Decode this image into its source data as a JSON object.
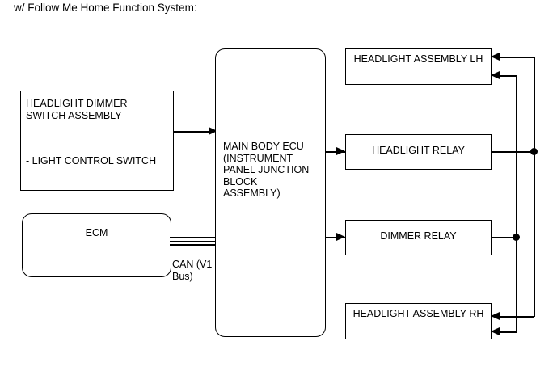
{
  "diagram": {
    "title": "w/ Follow Me Home Function System:",
    "blocks": {
      "dimmer_switch": {
        "label": "HEADLIGHT DIMMER\nSWITCH ASSEMBLY",
        "sub_label": "- LIGHT CONTROL SWITCH"
      },
      "ecm": {
        "label": "ECM"
      },
      "main_body_ecu": {
        "label": "MAIN BODY ECU\n(INSTRUMENT\nPANEL JUNCTION\nBLOCK\nASSEMBLY)"
      },
      "headlight_assembly_lh": {
        "label": "HEADLIGHT ASSEMBLY LH"
      },
      "headlight_relay": {
        "label": "HEADLIGHT RELAY"
      },
      "dimmer_relay": {
        "label": "DIMMER RELAY"
      },
      "headlight_assembly_rh": {
        "label": "HEADLIGHT ASSEMBLY RH"
      }
    },
    "connections": {
      "can_bus_label": "CAN (V1\nBus)"
    },
    "colors": {
      "line": "#000000",
      "background": "#ffffff",
      "text": "#000000"
    }
  }
}
